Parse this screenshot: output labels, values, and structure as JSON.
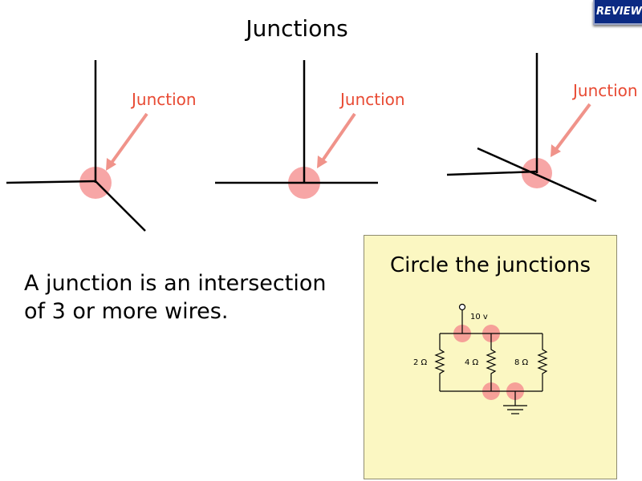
{
  "title": "Junctions",
  "badge": "REVIEW",
  "junction_label": "Junction",
  "definition": "A junction is an intersection of 3 or more wires.",
  "panel": {
    "title": "Circle the junctions",
    "voltage": "10 v",
    "r1": "2 Ω",
    "r2": "4 Ω",
    "r3": "8 Ω"
  },
  "colors": {
    "accent": "#e84a33",
    "highlight": "#f59090",
    "panel_bg": "#fbf7c2",
    "badge_bg": "#0b2a83"
  }
}
